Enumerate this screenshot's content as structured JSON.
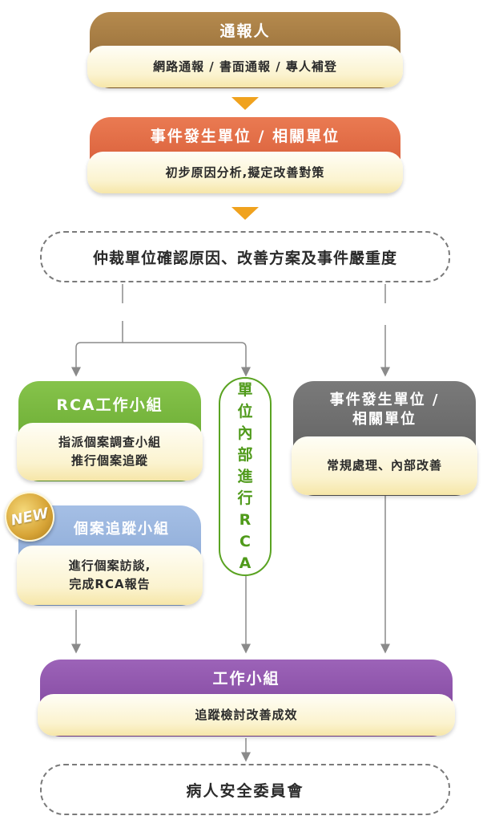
{
  "reporter": {
    "title": "通報人",
    "methods": "網路通報 / 書面通報 / 專人補登"
  },
  "event_unit": {
    "title": "事件發生單位 / 相關單位",
    "action": "初步原因分析,擬定改善對策"
  },
  "arbitration": {
    "text": "仲裁單位確認原因、改善方案及事件嚴重度"
  },
  "rca_group": {
    "title": "RCA工作小組",
    "line1": "指派個案調查小組",
    "line2": "推行個案追蹤"
  },
  "tracking_group": {
    "badge": "NEW",
    "title": "個案追蹤小組",
    "line1": "進行個案訪談,",
    "line2": "完成RCA報告"
  },
  "internal_rca": {
    "chars": [
      "單",
      "位",
      "內",
      "部",
      "進",
      "行",
      "R",
      "C",
      "A"
    ]
  },
  "event_unit_right": {
    "title_line1": "事件發生單位 /",
    "title_line2": "相關單位",
    "action": "常規處理、內部改善"
  },
  "work_group": {
    "title": "工作小組",
    "action": "追蹤檢討改善成效"
  },
  "committee": {
    "text": "病人安全委員會"
  },
  "colors": {
    "brown": "#9a7140",
    "orange": "#de6540",
    "green": "#70b136",
    "blue": "#93afdb",
    "gray": "#686868",
    "purple": "#8b51a8",
    "arrow": "#f0a21e"
  }
}
